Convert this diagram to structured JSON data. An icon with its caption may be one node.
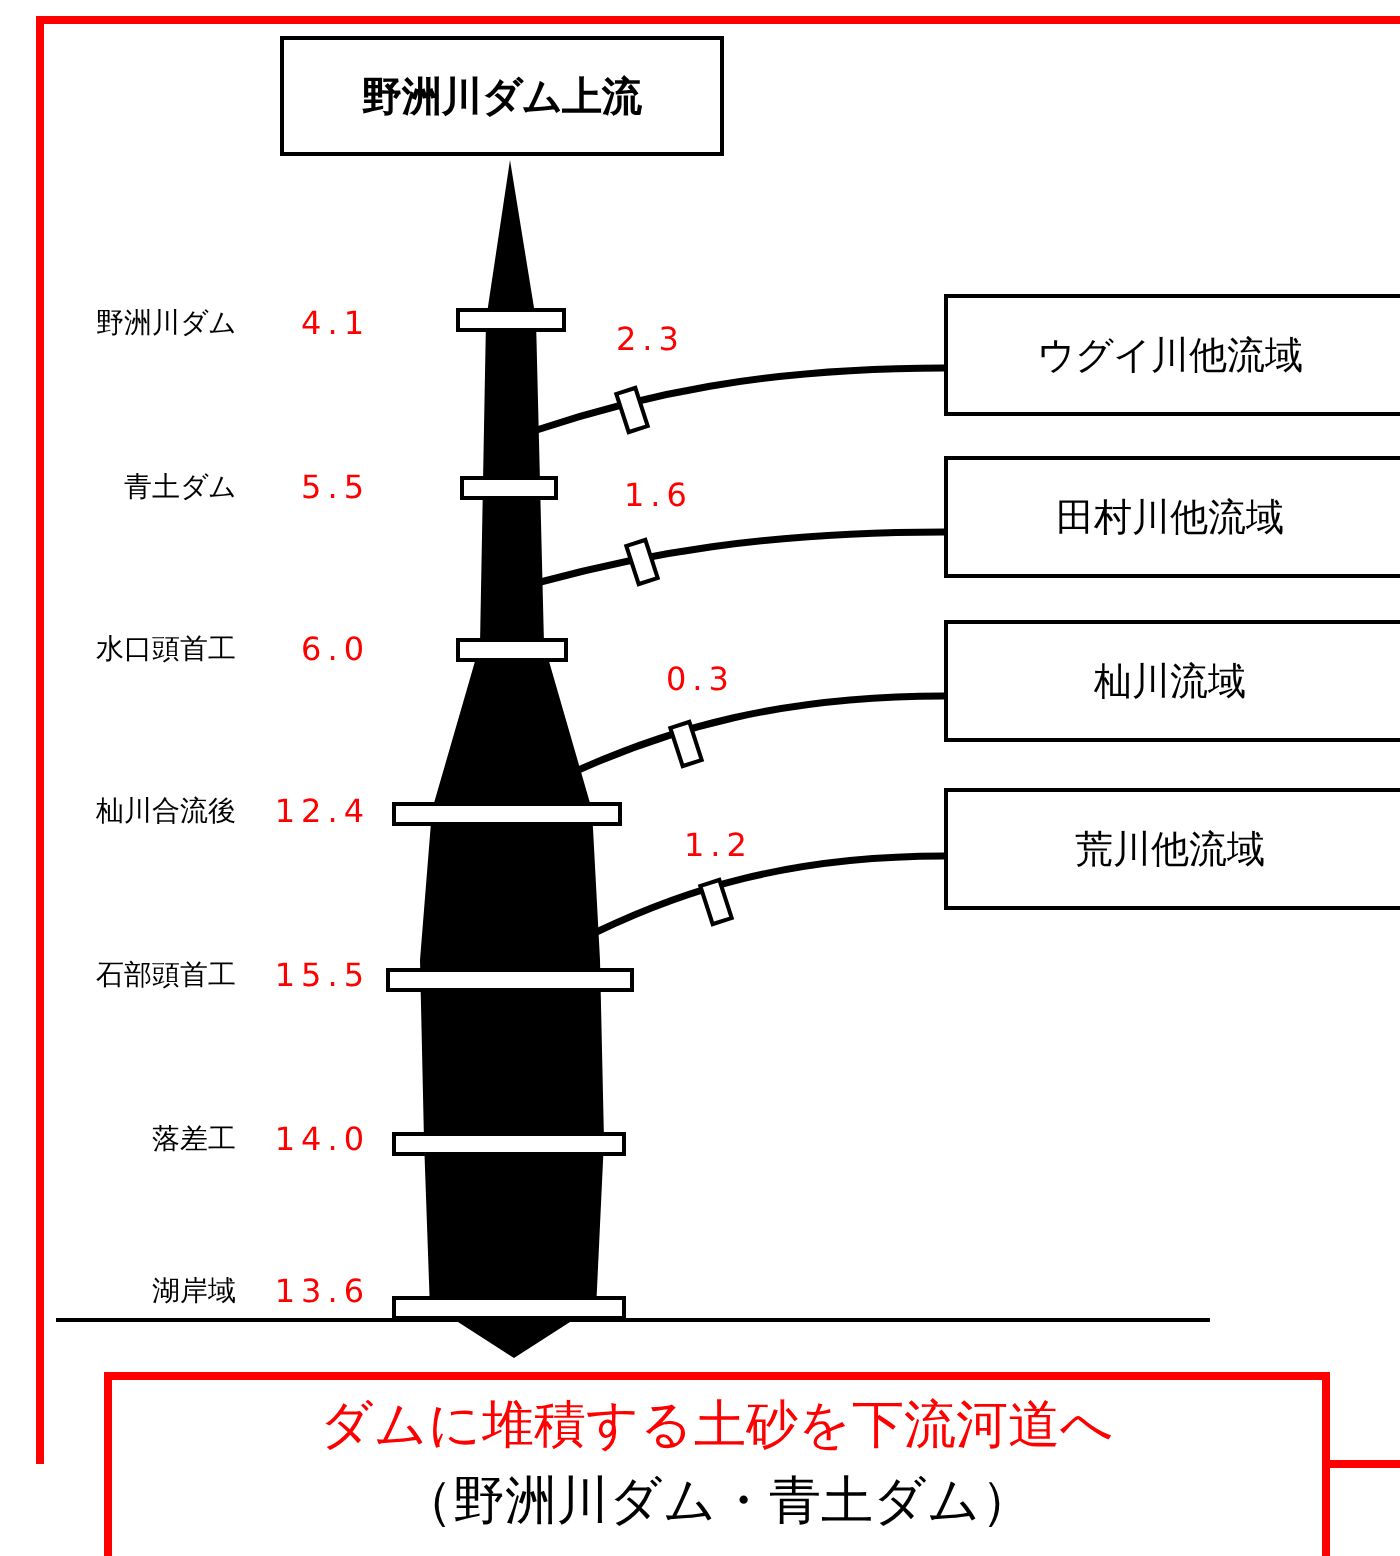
{
  "diagram": {
    "nodes": [
      {
        "text": [
          "野洲川ダム上流"
        ]
      },
      {
        "text": [],
        "shape": "bar"
      },
      {
        "text": [
          "ウグイ川他流域"
        ]
      },
      {
        "text": [
          "田村川他流域"
        ]
      },
      {
        "text": [
          "杣川流域"
        ]
      },
      {
        "text": [
          "荒川他流域"
        ]
      },
      {
        "text": [
          "ダムに堆積する土砂を下流河道へ",
          "（野洲川ダム・青土ダム）"
        ]
      }
    ],
    "edges": [
      {
        "from": 2,
        "to": 1,
        "arrow": "none",
        "label": "2.3"
      },
      {
        "from": 3,
        "to": 1,
        "arrow": "none",
        "label": "1.6"
      },
      {
        "from": 4,
        "to": 1,
        "arrow": "none",
        "label": "0.3"
      },
      {
        "from": 5,
        "to": 1,
        "arrow": "none",
        "label": "1.2"
      }
    ],
    "labels": [
      "野洲川ダム",
      "4.1",
      "青土ダム",
      "5.5",
      "水口頭首工",
      "6.0",
      "杣川合流後",
      "12.4",
      "石部頭首工",
      "15.5",
      "落差工",
      "14.0",
      "湖岸域",
      "13.6"
    ]
  }
}
